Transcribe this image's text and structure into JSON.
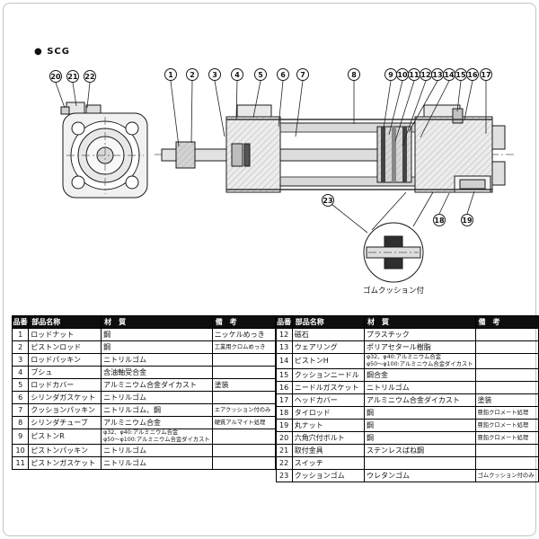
{
  "title": "● SCG",
  "detail_label": "ゴムクッション付",
  "callouts": [
    "1",
    "2",
    "3",
    "4",
    "5",
    "6",
    "7",
    "8",
    "9",
    "10",
    "11",
    "12",
    "13",
    "14",
    "15",
    "16",
    "17",
    "18",
    "19",
    "20",
    "21",
    "22",
    "23"
  ],
  "table": {
    "headers": [
      "品番",
      "部品名称",
      "材　質",
      "備　考"
    ],
    "left_rows": [
      {
        "no": "1",
        "name": "ロッドナット",
        "material": "鋼",
        "note": "ニッケルめっき"
      },
      {
        "no": "2",
        "name": "ピストンロッド",
        "material": "鋼",
        "note": "工業用クロムめっき"
      },
      {
        "no": "3",
        "name": "ロッドパッキン",
        "material": "ニトリルゴム",
        "note": ""
      },
      {
        "no": "4",
        "name": "ブシュ",
        "material": "含油軸受合金",
        "note": ""
      },
      {
        "no": "5",
        "name": "ロッドカバー",
        "material": "アルミニウム合金ダイカスト",
        "note": "塗装"
      },
      {
        "no": "6",
        "name": "シリンダガスケット",
        "material": "ニトリルゴム",
        "note": ""
      },
      {
        "no": "7",
        "name": "クッションパッキン",
        "material": "ニトリルゴム、鋼",
        "note": "エアクッション付のみ"
      },
      {
        "no": "8",
        "name": "シリンダチューブ",
        "material": "アルミニウム合金",
        "note": "硬質アルマイト処理"
      },
      {
        "no": "9",
        "name": "ピストンR",
        "material": [
          "φ32、φ40:アルミニウム合金",
          "φ50〜φ100:アルミニウム合金ダイカスト"
        ],
        "note": ""
      },
      {
        "no": "10",
        "name": "ピストンパッキン",
        "material": "ニトリルゴム",
        "note": ""
      },
      {
        "no": "11",
        "name": "ピストンガスケット",
        "material": "ニトリルゴム",
        "note": ""
      }
    ],
    "right_rows": [
      {
        "no": "12",
        "name": "磁石",
        "material": "プラスチック",
        "note": ""
      },
      {
        "no": "13",
        "name": "ウェアリング",
        "material": "ポリアセタール樹脂",
        "note": ""
      },
      {
        "no": "14",
        "name": "ピストンH",
        "material": [
          "φ32、φ40:アルミニウム合金",
          "φ50〜φ100:アルミニウム合金ダイカスト"
        ],
        "note": ""
      },
      {
        "no": "15",
        "name": "クッションニードル",
        "material": "鋼合金",
        "note": ""
      },
      {
        "no": "16",
        "name": "ニードルガスケット",
        "material": "ニトリルゴム",
        "note": ""
      },
      {
        "no": "17",
        "name": "ヘッドカバー",
        "material": "アルミニウム合金ダイカスト",
        "note": "塗装"
      },
      {
        "no": "18",
        "name": "タイロッド",
        "material": "鋼",
        "note": "亜鉛クロメート処理"
      },
      {
        "no": "19",
        "name": "丸ナット",
        "material": "鋼",
        "note": "亜鉛クロメート処理"
      },
      {
        "no": "20",
        "name": "六角穴付ボルト",
        "material": "鋼",
        "note": "亜鉛クロメート処理"
      },
      {
        "no": "21",
        "name": "取付金具",
        "material": "ステンレスばね鋼",
        "note": ""
      },
      {
        "no": "22",
        "name": "スイッチ",
        "material": "",
        "note": ""
      },
      {
        "no": "23",
        "name": "クッションゴム",
        "material": "ウレタンゴム",
        "note": "ゴムクッション付のみ"
      }
    ]
  }
}
